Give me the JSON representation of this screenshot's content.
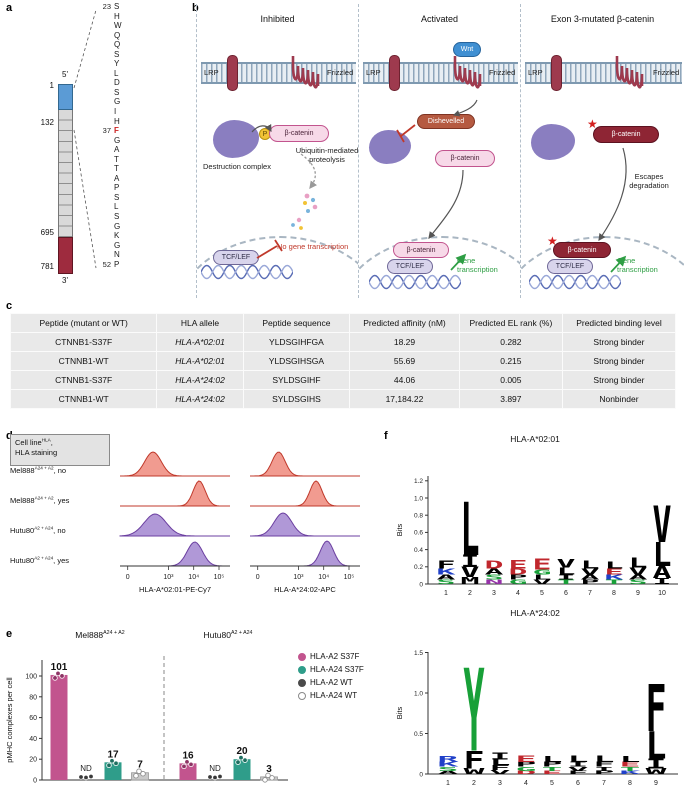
{
  "panel_labels": {
    "a": "a",
    "b": "b",
    "c": "c",
    "d": "d",
    "e": "e",
    "f": "f"
  },
  "panel_a": {
    "five_prime": "5'",
    "three_prime": "3'",
    "n_term": "1",
    "repeat_start": "132",
    "repeat_end": "695",
    "c_term": "781",
    "seq_start": "23",
    "seq_end": "52",
    "mutation_number": "37",
    "mutation_index": 13,
    "sequence": [
      "S",
      "H",
      "W",
      "Q",
      "Q",
      "S",
      "Y",
      "L",
      "D",
      "S",
      "G",
      "I",
      "H",
      "F",
      "G",
      "A",
      "T",
      "T",
      "A",
      "P",
      "S",
      "L",
      "S",
      "G",
      "K",
      "G",
      "N",
      "P"
    ]
  },
  "panel_b": {
    "inhibited": {
      "title": "Inhibited",
      "lrp": "LRP",
      "frizzled": "Frizzled",
      "p": "P",
      "beta_catenin": "β-catenin",
      "destruction": "Destruction complex",
      "ubiquitin": "Ubiquitin-mediated proteolysis",
      "tcf": "TCF/LEF",
      "no_transcription": "No gene transcription"
    },
    "activated": {
      "title": "Activated",
      "lrp": "LRP",
      "wnt": "Wnt",
      "frizzled": "Frizzled",
      "dishevelled": "Dishevelled",
      "beta_catenin": "β-catenin",
      "beta_catenin_nuclear": "β-catenin",
      "tcf": "TCF/LEF",
      "transcription": "Gene transcription"
    },
    "mutated": {
      "title": "Exon 3-mutated β-catenin",
      "lrp": "LRP",
      "frizzled": "Frizzled",
      "beta_catenin": "β-catenin",
      "escapes": "Escapes degradation",
      "beta_catenin_nuclear": "β-catenin",
      "tcf": "TCF/LEF",
      "transcription": "Gene transcription"
    }
  },
  "table": {
    "headers": [
      "Peptide (mutant or WT)",
      "HLA allele",
      "Peptide sequence",
      "Predicted affinity (nM)",
      "Predicted EL rank (%)",
      "Predicted binding level"
    ],
    "rows": [
      [
        "CTNNB1-S37F",
        "HLA-A*02:01",
        "YLDSGIHFGA",
        "18.29",
        "0.282",
        "Strong binder"
      ],
      [
        "CTNNB1-WT",
        "HLA-A*02:01",
        "YLDSGIHSGA",
        "55.69",
        "0.215",
        "Strong binder"
      ],
      [
        "CTNNB1-S37F",
        "HLA-A*24:02",
        "SYLDSGIHF",
        "44.06",
        "0.005",
        "Strong binder"
      ],
      [
        "CTNNB1-WT",
        "HLA-A*24:02",
        "SYLDSGIHS",
        "17,184.22",
        "3.897",
        "Nonbinder"
      ]
    ]
  },
  "flow": {
    "header_line1_base": "Cell line",
    "header_line1_sup": "HLA",
    "header_line1_rest": ",",
    "header_line2": "HLA staining",
    "rows": [
      {
        "base": "Mel888",
        "sup": "A24 + A2",
        "rest": ", no",
        "color": "red"
      },
      {
        "base": "Mel888",
        "sup": "A24 + A2",
        "rest": ", yes",
        "color": "red"
      },
      {
        "base": "Hutu80",
        "sup": "A2 + A24",
        "rest": ", no",
        "color": "purple"
      },
      {
        "base": "Hutu80",
        "sup": "A2 + A24",
        "rest": ", yes",
        "color": "purple"
      }
    ],
    "colors": {
      "red": {
        "fill": "#f09287",
        "stroke": "#c0392b"
      },
      "purple": {
        "fill": "#a98fd4",
        "stroke": "#6b3fa0"
      }
    },
    "tickpos": [
      0.07,
      0.44,
      0.67,
      0.9
    ],
    "plots": [
      {
        "xlabel": "HLA-A*02:01-PE-Cy7",
        "ticks": [
          "0",
          "10³",
          "10⁴",
          "10⁵"
        ],
        "rows": [
          [
            {
              "c": 0.3,
              "w": 0.075,
              "h": 24
            }
          ],
          [
            {
              "c": 0.72,
              "w": 0.055,
              "h": 25
            }
          ],
          [
            {
              "c": 0.32,
              "w": 0.1,
              "h": 22
            }
          ],
          [
            {
              "c": 0.68,
              "w": 0.07,
              "h": 24
            }
          ]
        ]
      },
      {
        "xlabel": "HLA-A*24:02-APC",
        "ticks": [
          "0",
          "10³",
          "10⁴",
          "10⁵"
        ],
        "rows": [
          [
            {
              "c": 0.26,
              "w": 0.06,
              "h": 24
            }
          ],
          [
            {
              "c": 0.6,
              "w": 0.055,
              "h": 25
            }
          ],
          [
            {
              "c": 0.3,
              "w": 0.08,
              "h": 23
            }
          ],
          [
            {
              "c": 0.7,
              "w": 0.06,
              "h": 25
            }
          ]
        ]
      }
    ]
  },
  "chart_data": {
    "bar_chart": {
      "type": "bar",
      "ylabel": "pMHC complexes per cell",
      "yticks": [
        0,
        20,
        40,
        60,
        80,
        100
      ],
      "ylim": [
        0,
        112
      ],
      "groups": [
        {
          "base": "Mel888",
          "sup": "A24 + A2",
          "bars": [
            {
              "series": "HLA-A2 S37F",
              "value": 101,
              "label": "101"
            },
            {
              "series": "HLA-A2 WT",
              "value": null,
              "label": "ND"
            },
            {
              "series": "HLA-A24 S37F",
              "value": 17,
              "label": "17"
            },
            {
              "series": "HLA-A24 WT",
              "value": 7,
              "label": "7"
            }
          ]
        },
        {
          "base": "Hutu80",
          "sup": "A2 + A24",
          "bars": [
            {
              "series": "HLA-A2 S37F",
              "value": 16,
              "label": "16"
            },
            {
              "series": "HLA-A2 WT",
              "value": null,
              "label": "ND"
            },
            {
              "series": "HLA-A24 S37F",
              "value": 20,
              "label": "20"
            },
            {
              "series": "HLA-A24 WT",
              "value": 3,
              "label": "3"
            }
          ]
        }
      ],
      "series_colors": {
        "HLA-A2 S37F": "#c2548e",
        "HLA-A2 WT": "#4a4a4a",
        "HLA-A24 S37F": "#2f9d8a",
        "HLA-A24 WT": "#c9c9c9"
      },
      "bar_strokes": {
        "HLA-A24 WT": "#9a9a9a"
      },
      "dot_colors": {
        "HLA-A2 S37F": {
          "fill": "#8e3465",
          "stroke": "#ffffff"
        },
        "HLA-A2 WT": {
          "fill": "#3a3a3a",
          "stroke": "#ffffff"
        },
        "HLA-A24 S37F": {
          "fill": "#1e6f60",
          "stroke": "#ffffff"
        },
        "HLA-A24 WT": {
          "fill": "#ffffff",
          "stroke": "#8a8a8a"
        }
      },
      "legend": [
        {
          "label": "HLA-A2 S37F",
          "fill": "#c2548e",
          "open": false
        },
        {
          "label": "HLA-A24 S37F",
          "fill": "#2f9d8a",
          "open": false
        },
        {
          "label": "HLA-A2 WT",
          "fill": "#4a4a4a",
          "open": false
        },
        {
          "label": "HLA-A24 WT",
          "fill": "#c9c9c9",
          "open": true
        }
      ]
    },
    "logos": [
      {
        "type": "logo",
        "title": "HLA-A*02:01",
        "ylabel": "Bits",
        "yticks": [
          "0",
          "0.2",
          "0.4",
          "0.6",
          "0.8",
          "1.0",
          "1.2"
        ],
        "n": 10,
        "positions": [
          [
            [
              "F",
              0.09
            ],
            [
              "K",
              0.07
            ],
            [
              "A",
              0.06
            ],
            [
              "S",
              0.05
            ]
          ],
          [
            [
              "L",
              0.62
            ],
            [
              "I",
              0.14
            ],
            [
              "V",
              0.12
            ],
            [
              "M",
              0.08
            ]
          ],
          [
            [
              "D",
              0.09
            ],
            [
              "A",
              0.07
            ],
            [
              "S",
              0.06
            ],
            [
              "N",
              0.05
            ]
          ],
          [
            [
              "E",
              0.1
            ],
            [
              "D",
              0.07
            ],
            [
              "P",
              0.06
            ],
            [
              "G",
              0.05
            ]
          ],
          [
            [
              "E",
              0.13
            ],
            [
              "G",
              0.06
            ],
            [
              "L",
              0.06
            ],
            [
              "V",
              0.05
            ]
          ],
          [
            [
              "V",
              0.1
            ],
            [
              "L",
              0.08
            ],
            [
              "I",
              0.06
            ],
            [
              "T",
              0.05
            ]
          ],
          [
            [
              "L",
              0.09
            ],
            [
              "V",
              0.07
            ],
            [
              "A",
              0.06
            ],
            [
              "P",
              0.05
            ]
          ],
          [
            [
              "L",
              0.08
            ],
            [
              "E",
              0.07
            ],
            [
              "K",
              0.06
            ],
            [
              "T",
              0.05
            ]
          ],
          [
            [
              "L",
              0.11
            ],
            [
              "V",
              0.08
            ],
            [
              "A",
              0.06
            ],
            [
              "S",
              0.05
            ]
          ],
          [
            [
              "V",
              0.42
            ],
            [
              "L",
              0.28
            ],
            [
              "A",
              0.14
            ],
            [
              "I",
              0.07
            ]
          ]
        ]
      },
      {
        "type": "logo",
        "title": "HLA-A*24:02",
        "ylabel": "Bits",
        "yticks": [
          "0",
          "0.5",
          "1.0",
          "1.5"
        ],
        "n": 9,
        "positions": [
          [
            [
              "R",
              0.07
            ],
            [
              "K",
              0.06
            ],
            [
              "S",
              0.05
            ],
            [
              "A",
              0.04
            ]
          ],
          [
            [
              "Y",
              1.02
            ],
            [
              "F",
              0.22
            ],
            [
              "W",
              0.07
            ]
          ],
          [
            [
              "I",
              0.09
            ],
            [
              "L",
              0.07
            ],
            [
              "F",
              0.06
            ],
            [
              "V",
              0.05
            ]
          ],
          [
            [
              "E",
              0.08
            ],
            [
              "P",
              0.06
            ],
            [
              "G",
              0.05
            ],
            [
              "D",
              0.04
            ]
          ],
          [
            [
              "L",
              0.07
            ],
            [
              "P",
              0.06
            ],
            [
              "T",
              0.05
            ],
            [
              "E",
              0.04
            ]
          ],
          [
            [
              "L",
              0.08
            ],
            [
              "I",
              0.06
            ],
            [
              "V",
              0.05
            ],
            [
              "F",
              0.04
            ]
          ],
          [
            [
              "L",
              0.08
            ],
            [
              "F",
              0.06
            ],
            [
              "I",
              0.05
            ],
            [
              "P",
              0.04
            ]
          ],
          [
            [
              "L",
              0.07
            ],
            [
              "E",
              0.06
            ],
            [
              "T",
              0.05
            ],
            [
              "K",
              0.04
            ]
          ],
          [
            [
              "F",
              0.58
            ],
            [
              "L",
              0.34
            ],
            [
              "I",
              0.12
            ],
            [
              "W",
              0.07
            ]
          ]
        ]
      }
    ],
    "logo_meta": {
      "letter_colors": {
        "D": "#c0272d",
        "E": "#c0272d",
        "K": "#2040c8",
        "R": "#2040c8",
        "H": "#2040c8",
        "G": "#18a038",
        "S": "#18a038",
        "T": "#18a038",
        "Y": "#18a038",
        "C": "#18a038",
        "N": "#9532a8",
        "Q": "#9532a8",
        "A": "#000000",
        "V": "#000000",
        "L": "#000000",
        "I": "#000000",
        "P": "#000000",
        "W": "#000000",
        "F": "#000000",
        "M": "#000000"
      }
    }
  }
}
